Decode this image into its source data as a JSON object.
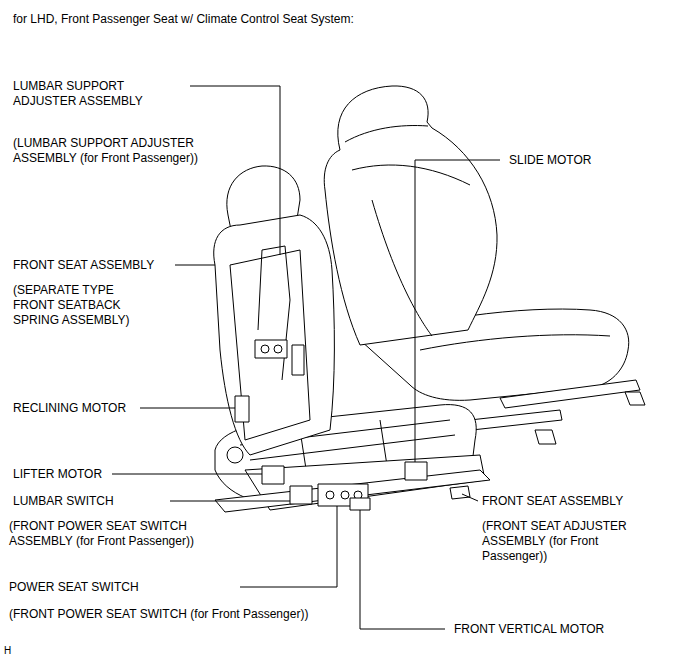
{
  "diagram": {
    "title": "for LHD, Front Passenger Seat w/ Climate Control Seat System:",
    "labels": [
      "LUMBAR SUPPORT ADJUSTER ASSEMBLY",
      "(LUMBAR SUPPORT ADJUSTER ASSEMBLY (for Front Passenger))",
      "FRONT SEAT ASSEMBLY",
      "(SEPARATE TYPE FRONT SEATBACK SPRING ASSEMBLY)",
      "RECLINING MOTOR",
      "LIFTER MOTOR",
      "LUMBAR SWITCH",
      "(FRONT POWER SEAT SWITCH ASSEMBLY (for Front Passenger))",
      "POWER SEAT SWITCH",
      "(FRONT POWER SEAT SWITCH (for Front Passenger))",
      "SLIDE MOTOR",
      "FRONT SEAT ASSEMBLY",
      "(FRONT SEAT ADJUSTER ASSEMBLY (for Front Passenger))",
      "FRONT VERTICAL MOTOR",
      "H"
    ]
  }
}
